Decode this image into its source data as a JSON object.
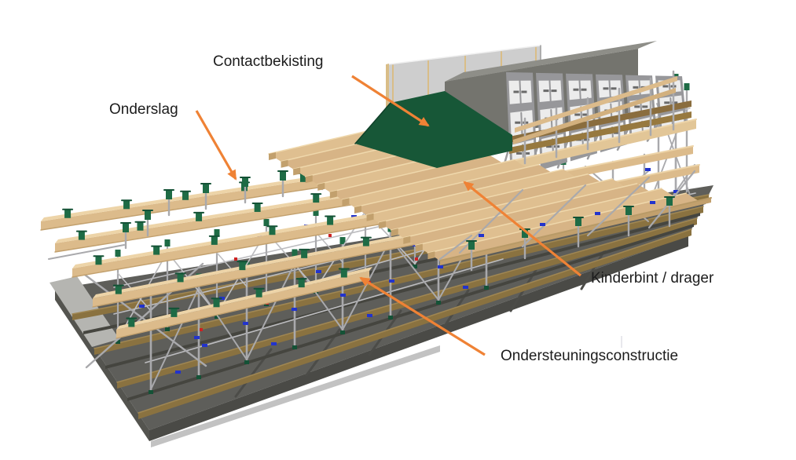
{
  "page": {
    "background": "#ffffff"
  },
  "figure": {
    "type": "3d-technical-illustration",
    "subject": "formwork-and-shoring-assembly",
    "annotations": [
      {
        "id": "contactbekisting",
        "label": "Contactbekisting"
      },
      {
        "id": "onderslag",
        "label": "Onderslag"
      },
      {
        "id": "kinderbint-drager",
        "label": "Kinderbint / drager"
      },
      {
        "id": "ondersteuningsconstructie",
        "label": "Ondersteuningsconstructie"
      }
    ],
    "arrow_color": "#ef8235",
    "label_text_color": "#1c1c1c",
    "palette": {
      "timber_top": "#edd4a8",
      "timber_face": "#dcbb8b",
      "timber_shadow": "#c2a06d",
      "deck_green": "#175737",
      "wall_grey": "#cecece",
      "wall_batten": "#d9bd87",
      "concrete_front": "#74746e",
      "concrete_top": "#8e8e88",
      "panel_face": "#ececec",
      "panel_frame": "#97979a",
      "waler_brown": "#8a6d3e",
      "slab_grey": "#5e5e5a",
      "slab_front": "#4a4a46",
      "slab_side": "#54544f",
      "slab_light_edge": "#c2c2c2",
      "mudsill_brown": "#8a7240",
      "mudsill_shadow": "#45453f",
      "scaffold_steel": "#a9a9ac",
      "scaffold_light": "#bdbdc0",
      "jack_green": "#1e6b45",
      "jack_green_dark": "#145236",
      "coupler_blue": "#2233cc",
      "accent_red": "#cc2222"
    }
  }
}
